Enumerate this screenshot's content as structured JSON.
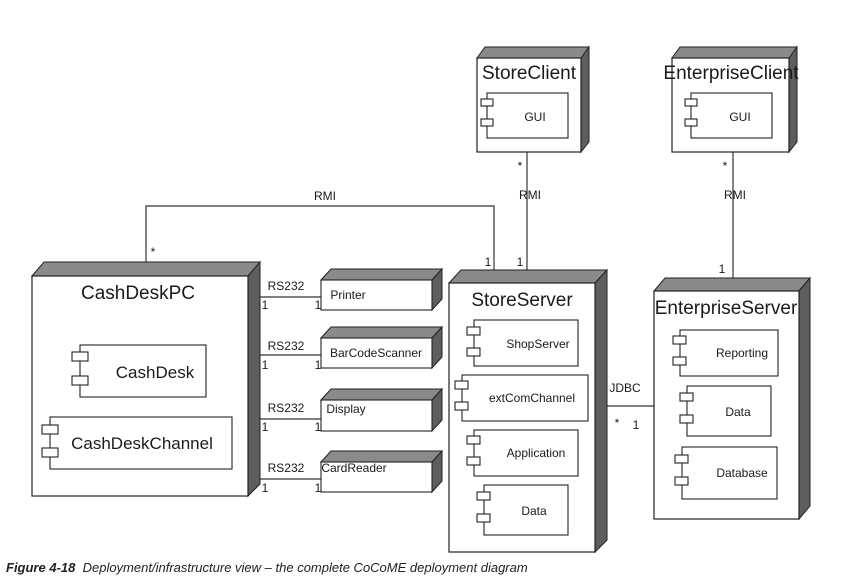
{
  "nodes": {
    "store_client": "StoreClient",
    "enterprise_client": "EnterpriseClient",
    "cash_desk_pc": "CashDeskPC",
    "store_server": "StoreServer",
    "enterprise_server": "EnterpriseServer",
    "printer": "Printer",
    "barcode_scanner": "BarCodeScanner",
    "display": "Display",
    "card_reader": "CardReader"
  },
  "components": {
    "store_client_gui": "GUI",
    "enterprise_client_gui": "GUI",
    "cash_desk": "CashDesk",
    "cash_desk_channel": "CashDeskChannel",
    "shop_server": "ShopServer",
    "ext_com_channel": "extComChannel",
    "application": "Application",
    "store_data": "Data",
    "reporting": "Reporting",
    "enterprise_data": "Data",
    "database": "Database"
  },
  "connectors": {
    "rmi_cashdesk_store": "RMI",
    "rmi_storeclient": "RMI",
    "rmi_enterpriseclient": "RMI",
    "rs232_printer": "RS232",
    "rs232_barcode": "RS232",
    "rs232_display": "RS232",
    "rs232_cardreader": "RS232",
    "jdbc": "JDBC"
  },
  "multiplicities": {
    "star": "*",
    "one": "1"
  },
  "caption": {
    "figure": "Figure 4-18",
    "text": "Deployment/infrastructure view – the complete CoCoME deployment diagram"
  }
}
